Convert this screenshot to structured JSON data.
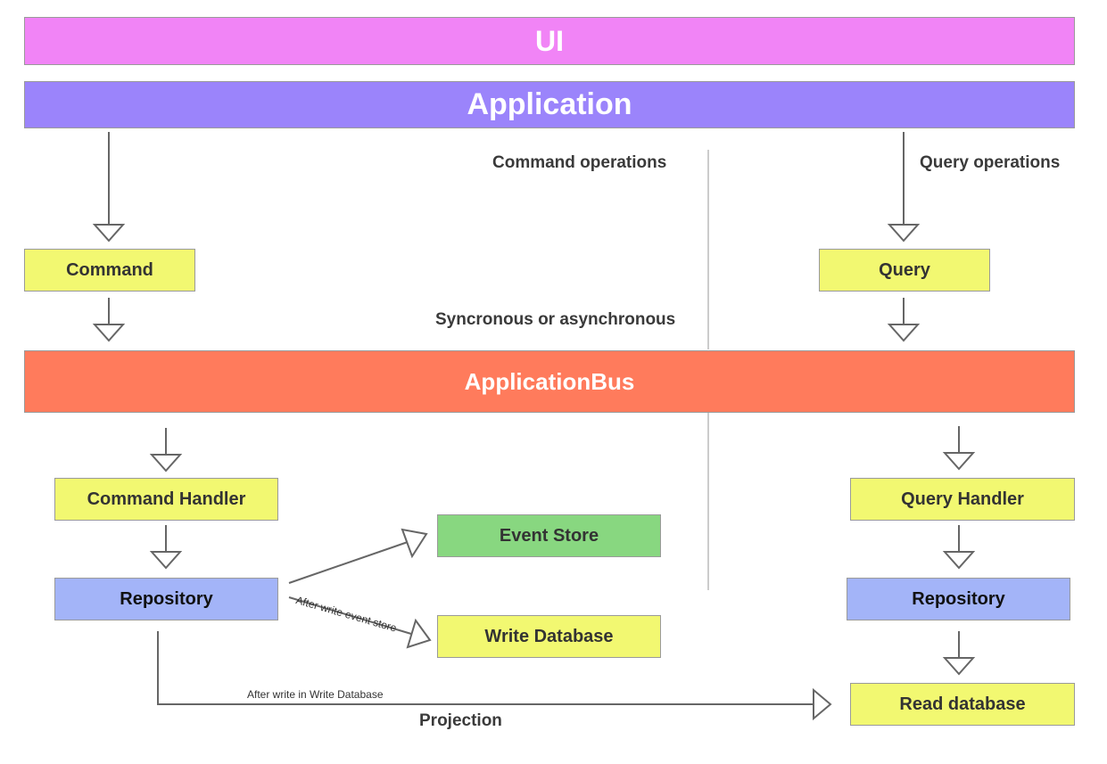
{
  "layers": {
    "ui": "UI",
    "application": "Application",
    "bus": "ApplicationBus"
  },
  "labels": {
    "command_operations": "Command operations",
    "query_operations": "Query operations",
    "sync_async": "Syncronous or asynchronous",
    "after_write_event_store": "After write event store",
    "after_write_db": "After write in Write Database",
    "projection": "Projection"
  },
  "nodes": {
    "command": "Command",
    "query": "Query",
    "command_handler": "Command Handler",
    "query_handler": "Query Handler",
    "repository_left": "Repository",
    "repository_right": "Repository",
    "event_store": "Event Store",
    "write_database": "Write Database",
    "read_database": "Read database"
  },
  "colors": {
    "ui": "#f184f6",
    "application": "#9b84fb",
    "bus": "#ff7b5c",
    "yellow": "#f2f871",
    "blue": "#a3b4f8",
    "green": "#88d780",
    "line": "#666666"
  }
}
